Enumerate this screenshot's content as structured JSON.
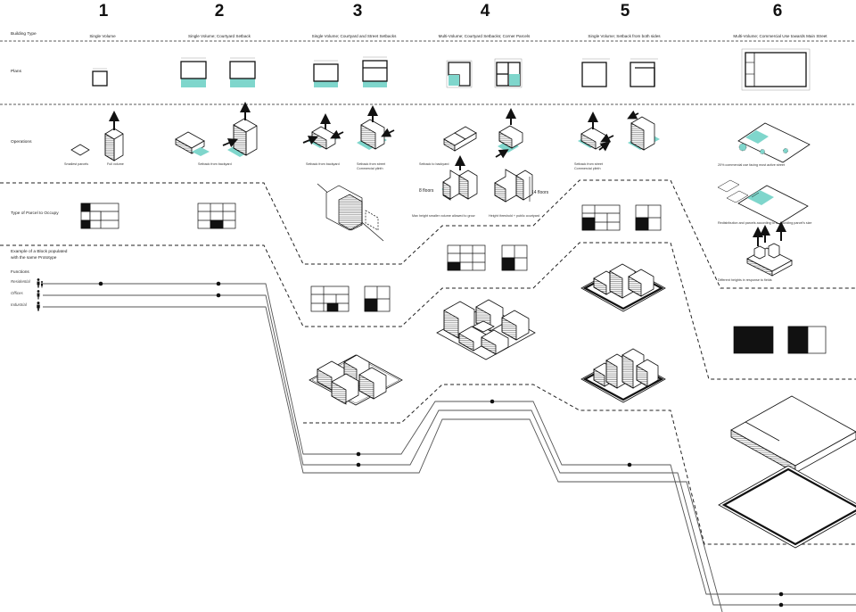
{
  "columns": [
    {
      "number": "1",
      "type": "Single Volume"
    },
    {
      "number": "2",
      "type": "Single Volume; Courtyard Setback"
    },
    {
      "number": "3",
      "type": "Single Volume; Courtyard and Street Setbacks"
    },
    {
      "number": "4",
      "type": "Multi-Volume; Courtyard Setbacks; Corner Parcels"
    },
    {
      "number": "5",
      "type": "Single Volume; Setback from both sides"
    },
    {
      "number": "6",
      "type": "Multi-Volume; Commercial Use towards Main Street"
    }
  ],
  "rows": {
    "building_type": "Building Type",
    "plans": "Plans",
    "operations": "Operations",
    "parcel": "Type of Parcel to Occupy",
    "block_line1": "Example of a Block populated",
    "block_line2": "with the same Prototype"
  },
  "captions": {
    "c1a": "Smallest parcels",
    "c1b": "Full volume",
    "c2a": "Setback from backyard",
    "c3a": "Setback from backyard",
    "c3b": "Setback from street",
    "c3c": "Commercial plinth",
    "c4a": "Setback to backyard",
    "c4b": "Max height smaller volume allowed to grow",
    "c4c": "Height threshold + public courtyard",
    "c4_floors_a": "8 floors",
    "c4_floors_b": "14 floors",
    "c5a": "Setback from street",
    "c5b": "Commercial plinth",
    "c6a": "20% commercial use facing most active street",
    "c6b": "Redistribution and parcels according to surrounding parcel's size",
    "c6c": "Different heights in response to fields"
  },
  "functions": {
    "heading": "Functions",
    "items": [
      "Residential",
      "Offices",
      "Industrial"
    ]
  },
  "colors": {
    "accent": "#7fd6cc",
    "ink": "#111111",
    "line": "#555555"
  },
  "icons": [
    "resident-icon",
    "office-worker-icon",
    "industrial-worker-icon",
    "arrow-up-icon"
  ]
}
